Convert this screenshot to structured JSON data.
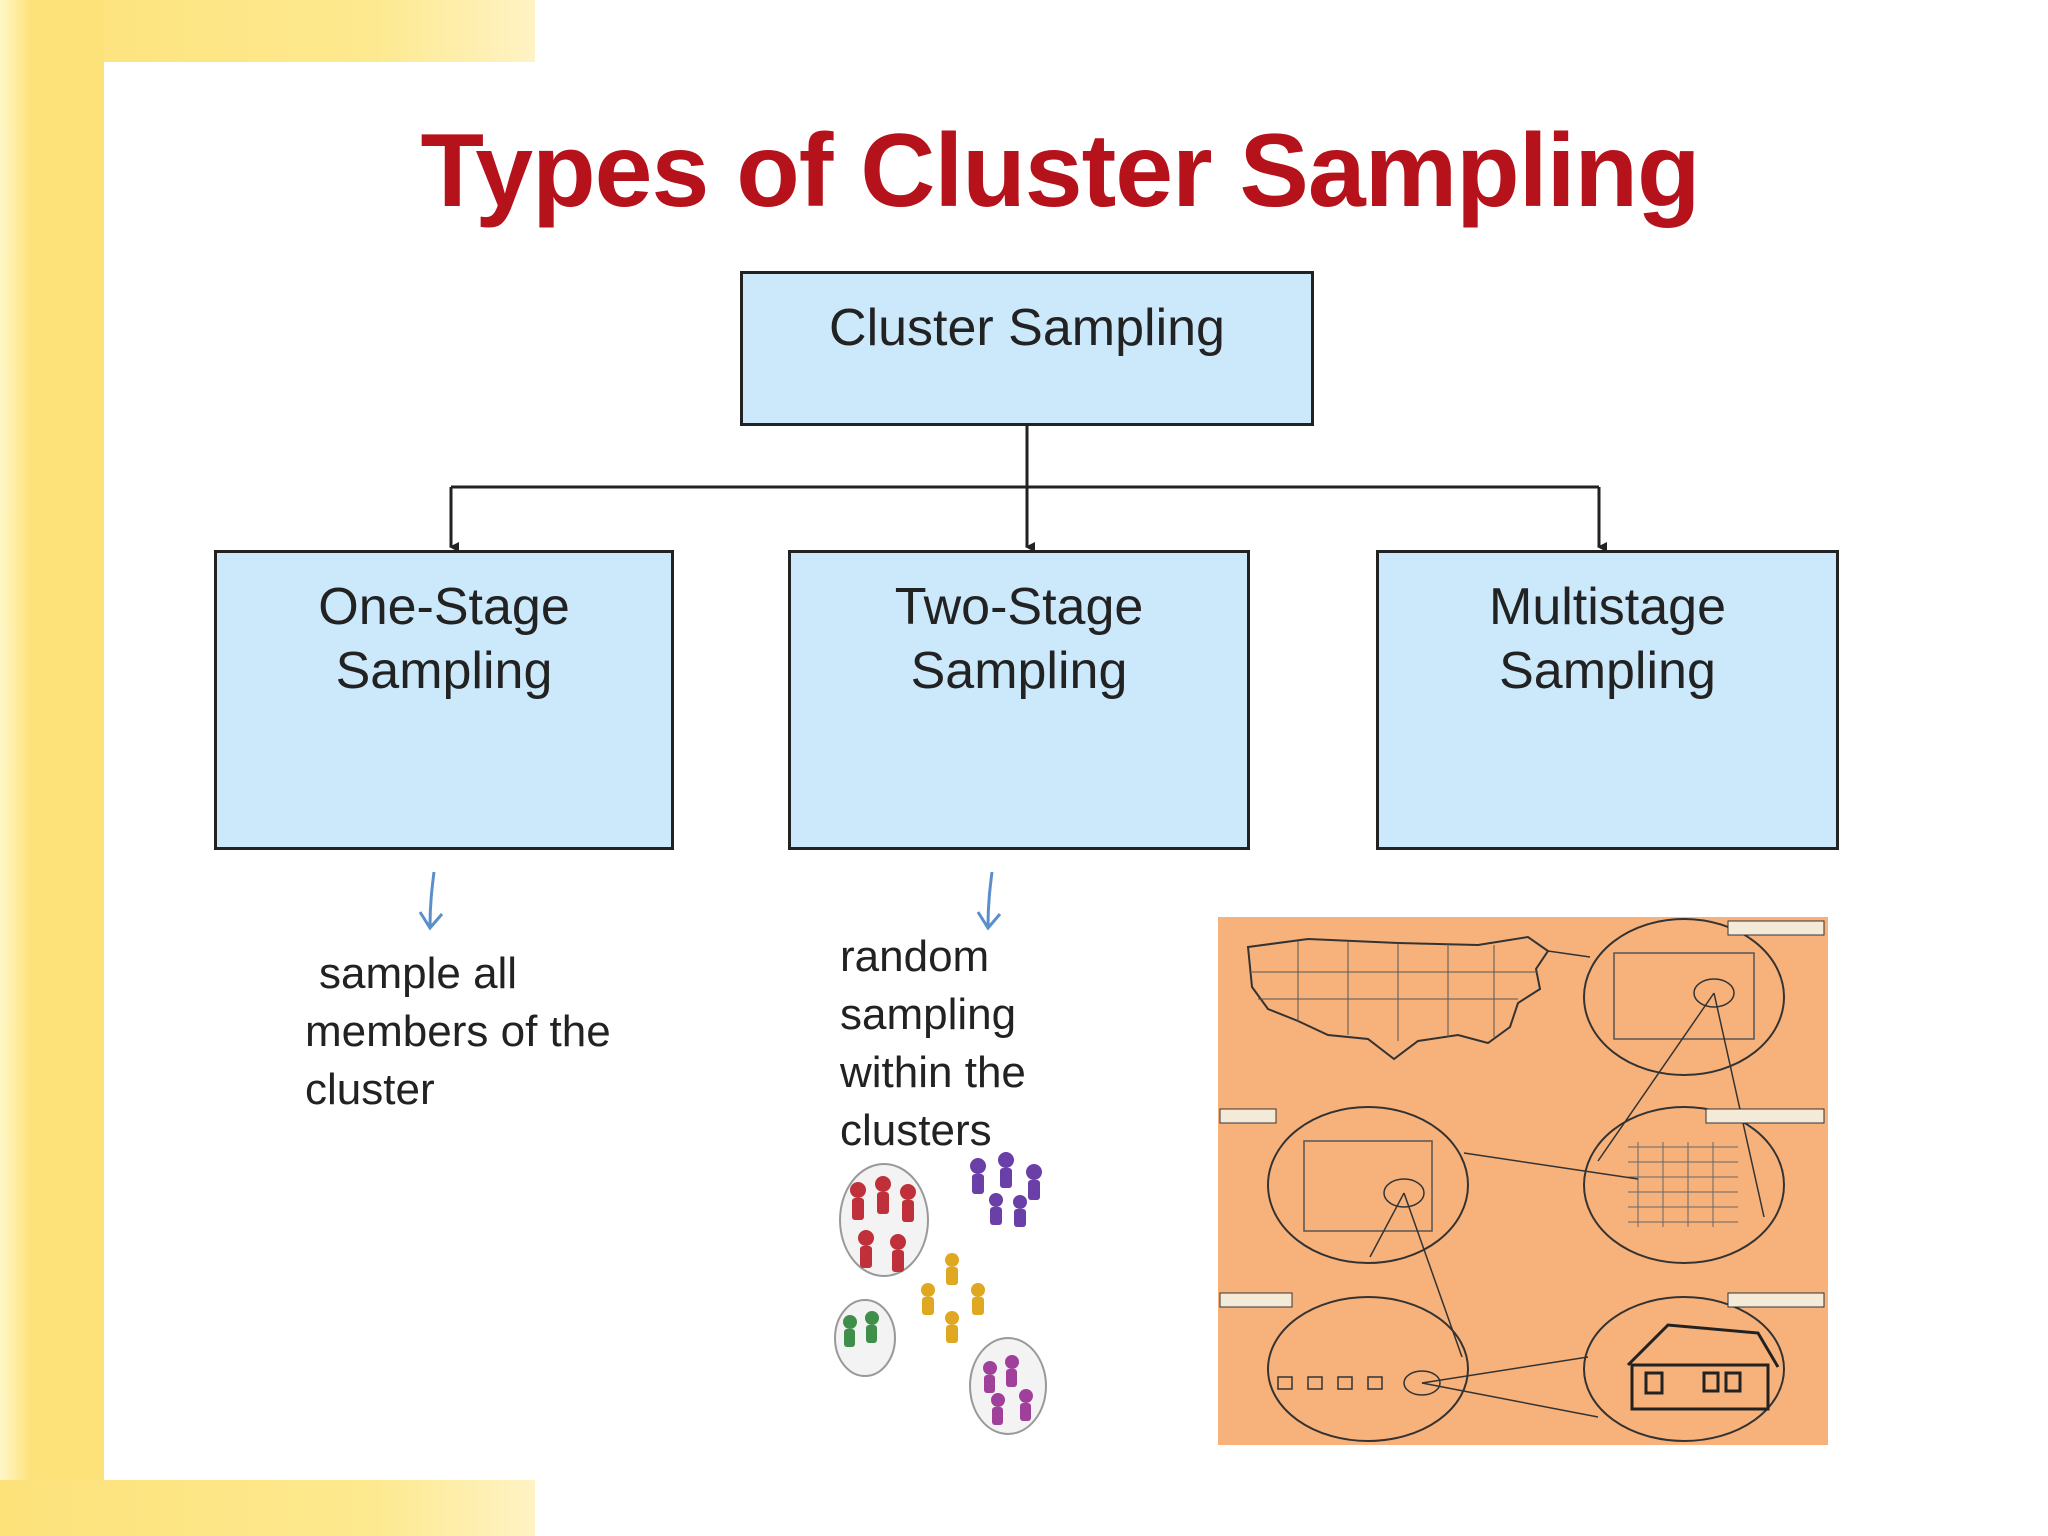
{
  "title": "Types of Cluster Sampling",
  "root": {
    "label": "Cluster Sampling"
  },
  "branches": [
    {
      "label_line1": "One-Stage",
      "label_line2": "Sampling",
      "description": [
        "sample all",
        "members of the",
        "cluster"
      ]
    },
    {
      "label_line1": "Two-Stage",
      "label_line2": "Sampling",
      "description": [
        "random",
        "sampling",
        "within the",
        "clusters"
      ]
    },
    {
      "label_line1": "Multistage",
      "label_line2": "Sampling"
    }
  ],
  "colors": {
    "title": "#b5121b",
    "box_fill": "#cce9fb",
    "frame": "#fde27a",
    "map_bg": "#f7b27c",
    "arrow_blue": "#5b8fc9"
  },
  "icons": {
    "down_arrow": "down-arrow-icon",
    "people_clusters": "people-clusters-icon",
    "multistage_map": "multistage-map-illustration"
  }
}
